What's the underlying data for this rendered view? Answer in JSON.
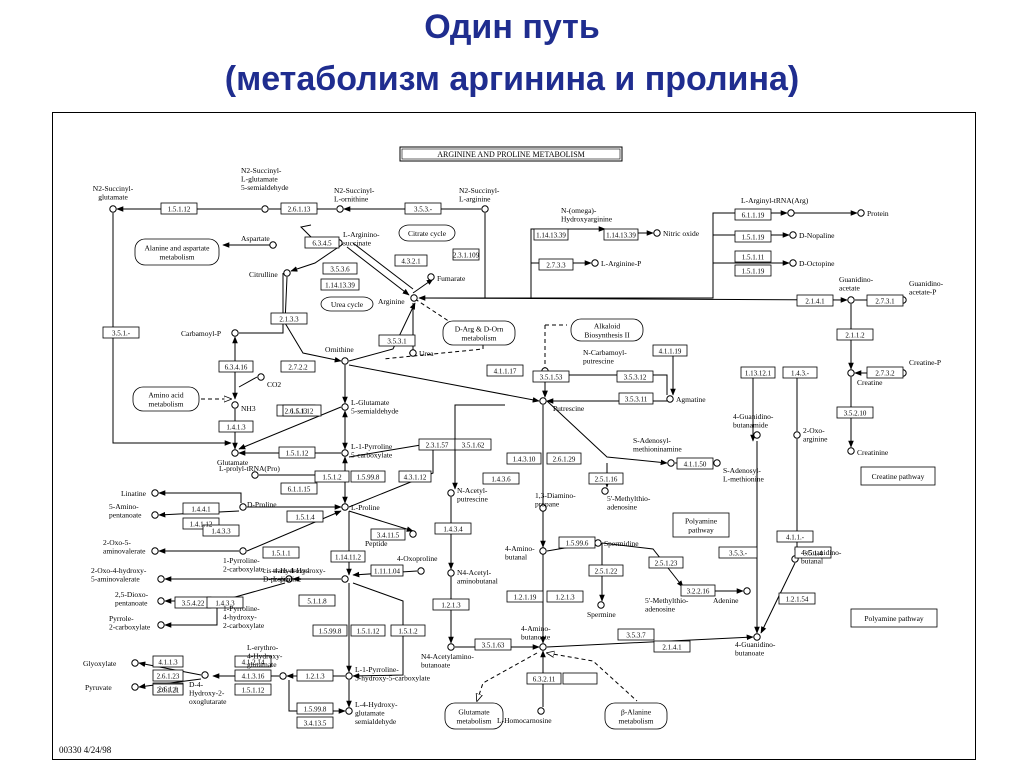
{
  "title": {
    "line1": "Один путь",
    "line2": "(метаболизм аргинина и пролина)"
  },
  "map_title": "ARGININE AND PROLINE METABOLISM",
  "footer": "00330   4/24/98",
  "compounds": [
    {
      "id": "n2sg",
      "label": "N2-Succinyl-\nglutamate"
    },
    {
      "id": "n2sgs",
      "label": "N2-Succinyl-\nL-glutamate\n5-semialdehyde"
    },
    {
      "id": "n2so",
      "label": "N2-Succinyl-\nL-ornithine"
    },
    {
      "id": "n2sa",
      "label": "N2-Succinyl-\nL-arginine"
    },
    {
      "id": "aspartate",
      "label": "Aspartate"
    },
    {
      "id": "argsucc",
      "label": "L-Arginino-\nsuccinate"
    },
    {
      "id": "citrulline",
      "label": "Citrulline"
    },
    {
      "id": "fumarate",
      "label": "Fumarate"
    },
    {
      "id": "arginine",
      "label": "Arginine"
    },
    {
      "id": "nomega",
      "label": "N-(omega)-\nHydroxyarginine"
    },
    {
      "id": "no",
      "label": "Nitric oxide"
    },
    {
      "id": "largp",
      "label": "L-Arginine-P"
    },
    {
      "id": "largtrna",
      "label": "L-Arginyl-tRNA(Arg)"
    },
    {
      "id": "protein",
      "label": "Protein"
    },
    {
      "id": "dnop",
      "label": "D-Nopaline"
    },
    {
      "id": "doct",
      "label": "D-Octopine"
    },
    {
      "id": "guac",
      "label": "Guanidino-\nacetate"
    },
    {
      "id": "guacp",
      "label": "Guanidino-\nacetate-P"
    },
    {
      "id": "carbp",
      "label": "Carbamoyl-P"
    },
    {
      "id": "co2",
      "label": "CO2"
    },
    {
      "id": "nh3",
      "label": "NH3"
    },
    {
      "id": "ornithine",
      "label": "Ornithine"
    },
    {
      "id": "urea",
      "label": "Urea"
    },
    {
      "id": "ncp",
      "label": "N-Carbamoyl-\nputrescine"
    },
    {
      "id": "agmatine",
      "label": "Agmatine"
    },
    {
      "id": "creatine",
      "label": "Creatine"
    },
    {
      "id": "creatinep",
      "label": "Creatine-P"
    },
    {
      "id": "creatinine",
      "label": "Creatinine"
    },
    {
      "id": "lglu5sa",
      "label": "L-Glutamate\n5-semialdehyde"
    },
    {
      "id": "glutamate",
      "label": "Glutamate"
    },
    {
      "id": "l1p5c",
      "label": "L-1-Pyrroline\n5-carboxylate"
    },
    {
      "id": "lptrna",
      "label": "L-prolyl-tRNA(Pro)"
    },
    {
      "id": "putrescine",
      "label": "Putrescine"
    },
    {
      "id": "samet",
      "label": "S-Adenosyl-\nmethioninamine"
    },
    {
      "id": "sam",
      "label": "S-Adenosyl-\nL-methionine"
    },
    {
      "id": "gba",
      "label": "4-Guanidino-\nbutanamide"
    },
    {
      "id": "oxoarg",
      "label": "2-Oxo-\narginine"
    },
    {
      "id": "linatine",
      "label": "Linatine"
    },
    {
      "id": "nacput",
      "label": "N-Acetyl-\nputrescine"
    },
    {
      "id": "dap",
      "label": "1,3-Diamino-\npropane"
    },
    {
      "id": "mta",
      "label": "5'-Methylthio-\nadenosine"
    },
    {
      "id": "aminopent",
      "label": "5-Amino-\npentanoate"
    },
    {
      "id": "dproline",
      "label": "D-Proline"
    },
    {
      "id": "lproline",
      "label": "L-Proline"
    },
    {
      "id": "peptide",
      "label": "Peptide"
    },
    {
      "id": "spermidine",
      "label": "Spermidine"
    },
    {
      "id": "oxoamval",
      "label": "2-Oxo-5-\naminovalerate"
    },
    {
      "id": "p2c",
      "label": "1-Pyrroline-\n2-carboxylate"
    },
    {
      "id": "oxoprol",
      "label": "4-Oxoproline"
    },
    {
      "id": "aminobutanal",
      "label": "4-Amino-\nbutanal"
    },
    {
      "id": "gbutanal",
      "label": "4-Guanidino-\nbutanal"
    },
    {
      "id": "oxohyd",
      "label": "2-Oxo-4-hydroxy-\n5-aminovalerate"
    },
    {
      "id": "chp",
      "label": "cis-4-Hydroxy-\nD-proline"
    },
    {
      "id": "thp",
      "label": "trans-4-Hydroxy-\nL-proline"
    },
    {
      "id": "n4ab",
      "label": "N4-Acetyl-\naminobutanal"
    },
    {
      "id": "dioxo",
      "label": "2,5-Dioxo-\npentanoate"
    },
    {
      "id": "spermine",
      "label": "Spermine"
    },
    {
      "id": "mtr",
      "label": "5'-Methylthio-\nadenosine"
    },
    {
      "id": "adenine",
      "label": "Adenine"
    },
    {
      "id": "pyrrole",
      "label": "Pyrrole-\n2-carboxylate"
    },
    {
      "id": "p4h2c",
      "label": "1-Pyrroline-\n4-hydroxy-\n2-carboxylate"
    },
    {
      "id": "aminobut",
      "label": "4-Amino-\nbutanoate"
    },
    {
      "id": "erythro",
      "label": "L-erythro-\n4-Hydroxy-\nglutamate"
    },
    {
      "id": "n4acab",
      "label": "N4-Acetylamino-\nbutanoate"
    },
    {
      "id": "gbut",
      "label": "4-Guanidino-\nbutanoate"
    },
    {
      "id": "glyoxylate",
      "label": "Glyoxylate"
    },
    {
      "id": "pyruvate",
      "label": "Pyruvate"
    },
    {
      "id": "dhox",
      "label": "D-4-\nHydroxy-2-\noxoglutarate"
    },
    {
      "id": "l1p3h",
      "label": "L-1-Pyrroline-\n3-hydroxy-5-carboxylate"
    },
    {
      "id": "l4hgs",
      "label": "L-4-Hydroxy-\nglutamate\nsemialdehyde"
    },
    {
      "id": "lhomo",
      "label": "L-Homocarnosine"
    }
  ],
  "pathway_boxes": [
    {
      "id": "alanine",
      "label": "Alanine and aspartate\nmetabolism"
    },
    {
      "id": "citrate",
      "label": "Citrate cycle"
    },
    {
      "id": "urea",
      "label": "Urea cycle"
    },
    {
      "id": "dargorn",
      "label": "D-Arg & D-Orn\nmetabolism"
    },
    {
      "id": "alkaloid",
      "label": "Alkaloid\nBiosynthesis II"
    },
    {
      "id": "aminoacid",
      "label": "Amino acid\nmetabolism"
    },
    {
      "id": "creatinepw",
      "label": "Creatine pathway"
    },
    {
      "id": "polyamine1",
      "label": "Polyamine\npathway"
    },
    {
      "id": "polyamine2",
      "label": "Polyamine pathway"
    },
    {
      "id": "glutamatepw",
      "label": "Glutamate\nmetabolism"
    },
    {
      "id": "balanine",
      "label": "β-Alanine\nmetabolism"
    }
  ],
  "enzymes": [
    "1.5.1.12",
    "2.6.1.13",
    "3.5.3.-",
    "6.3.4.5",
    "4.3.2.1",
    "3.5.3.6",
    "1.14.13.39",
    "2.3.1.109",
    "1.14.13.39",
    "1.14.13.39",
    "2.7.3.3",
    "6.1.1.19",
    "1.5.1.19",
    "1.5.1.11",
    "1.5.1.19",
    "2.1.4.1",
    "2.7.3.1",
    "3.5.1.-",
    "2.1.3.3",
    "6.3.4.16",
    "2.7.2.2",
    "3.5.3.1",
    "4.1.1.17",
    "4.1.1.19",
    "2.1.1.2",
    "2.7.3.2",
    "3.5.1.53",
    "3.5.3.12",
    "3.5.3.11",
    "1.13.12.1",
    "1.4.3.-",
    "3.5.2.10",
    "2.6.1.13",
    "1.5.1.12",
    "1.4.1.3",
    "1.5.1.12",
    "2.3.1.57",
    "3.5.1.62",
    "1.4.3.10",
    "2.6.1.29",
    "4.1.1.50",
    "1.5.1.2",
    "1.5.99.8",
    "4.3.1.12",
    "6.1.1.15",
    "1.4.3.6",
    "2.5.1.16",
    "1.4.4.1",
    "1.4.1.12",
    "1.5.1.4",
    "1.4.3.3",
    "3.4.11.5",
    "1.4.3.4",
    "1.5.99.6",
    "4.1.1.-",
    "1.5.1.1",
    "1.14.11.2",
    "1.11.1.04",
    "2.5.1.23",
    "3.5.1.4",
    "2.5.1.22",
    "3.5.3.-",
    "3.5.4.22",
    "1.4.3.3",
    "5.1.1.8",
    "1.2.1.3",
    "1.2.1.19",
    "1.2.1.3",
    "3.2.2.16",
    "1.2.1.54",
    "1.5.99.8",
    "1.5.1.12",
    "1.5.1.2",
    "3.5.1.63",
    "3.5.3.7",
    "2.1.4.1",
    "4.1.1.3",
    "2.6.1.1",
    "4.1.2.14",
    "2.6.1.23",
    "4.1.3.16",
    "2.6.1.21",
    "1.5.1.12",
    "1.2.1.3",
    "1.5.99.8",
    "3.4.13.5",
    "6.3.2.11"
  ]
}
